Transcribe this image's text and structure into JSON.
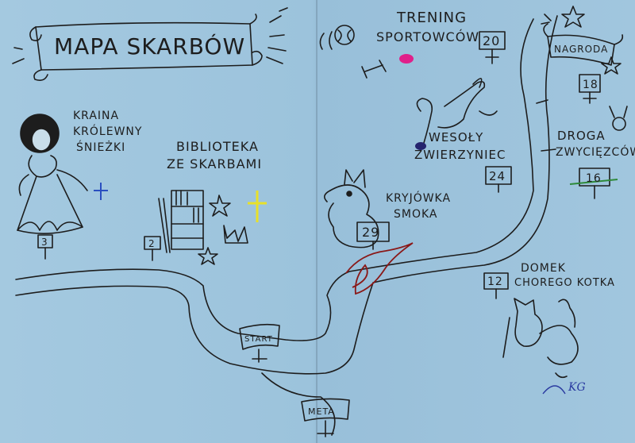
{
  "title": "MAPA SKARBÓW",
  "places": {
    "krolewna": {
      "line1": "KRAINA",
      "line2": "KRÓLEWNY",
      "line3": "ŚNIEŻKI",
      "number": "3"
    },
    "biblioteka": {
      "line1": "BIBLIOTEKA",
      "line2": "ZE SKARBAMI",
      "number": "2"
    },
    "trening": {
      "line1": "TRENING",
      "line2": "SPORTOWCÓW",
      "number": "20"
    },
    "zwierzyniec": {
      "line1": "WESOŁY",
      "line2": "ZWIERZYNIEC",
      "number": "24"
    },
    "smok": {
      "line1": "KRYJÓWKA",
      "line2": "SMOKA",
      "number": "29"
    },
    "nagroda": {
      "label": "NAGRODA",
      "number": "18"
    },
    "droga": {
      "line1": "DROGA",
      "line2": "ZWYCIĘZCÓW",
      "number": "16"
    },
    "kotek": {
      "line1": "DOMEK",
      "line2": "CHOREGO KOTKA",
      "number": "12"
    }
  },
  "start": "START",
  "meta": "META",
  "signature": "KG",
  "colors": {
    "paper": "#9ec4dd",
    "ink": "#1d1d1d",
    "cross_blue": "#2a4fc0",
    "cross_yellow": "#e8e02a",
    "magenta": "#e0208a",
    "green": "#2e8a3a",
    "red": "#a01818"
  }
}
